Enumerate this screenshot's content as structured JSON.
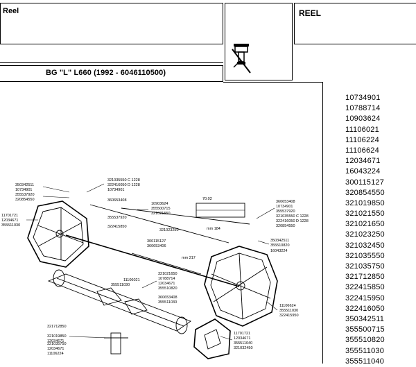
{
  "header": {
    "left_title": "Reel",
    "right_title": "REEL",
    "model": "BG \"L\" L660  (1992 - 6046110500)"
  },
  "icon": "reel-tine-icon",
  "part_numbers": [
    "10734901",
    "10788714",
    "10903624",
    "11106021",
    "11106224",
    "11106624",
    "12034671",
    "16043224",
    "300115127",
    "320854550",
    "321019850",
    "321021550",
    "321021650",
    "321023250",
    "321032450",
    "321035550",
    "321035750",
    "321712850",
    "322415850",
    "322415950",
    "322416050",
    "350342511",
    "355500715",
    "355510820",
    "355511030",
    "355511040"
  ],
  "diagram_labels": {
    "tl_group": [
      "350342511",
      "10734901",
      "355537920",
      "320854550"
    ],
    "l_group": [
      "11701721",
      "12034671",
      "355511030"
    ],
    "top_a": [
      "321035550  C 1228",
      "322416050  D 1228",
      "10734901"
    ],
    "top_b": [
      "360653408"
    ],
    "mid_a": [
      "10903624",
      "355500715",
      "321021550"
    ],
    "mid_b": [
      "355537920",
      "322415850"
    ],
    "mid_c": [
      "321023250"
    ],
    "mid_d": [
      "300115127",
      "360653406"
    ],
    "ruler_a": "70.02",
    "ruler_b": "mm 184",
    "ruler_c": "mm 217",
    "right_group": [
      "360653408",
      "10734901",
      "355537920",
      "321035550  C 1228",
      "322416050  D 1228",
      "320854550"
    ],
    "right_b": [
      "350342511",
      "355510820",
      "16043224"
    ],
    "center_group": [
      "321021650",
      "10788714",
      "12034671",
      "355510820"
    ],
    "center_left": [
      "11106021",
      "355511030"
    ],
    "center_c": [
      "360653408",
      "355511030"
    ],
    "bottom_right": [
      "11106624",
      "355511030",
      "322415950"
    ],
    "bottom_center": [
      "11701721",
      "12034671",
      "355511040",
      "321032450"
    ],
    "bottom_left_a": [
      "321712850"
    ],
    "bottom_left_b": [
      "321019850",
      "12034671"
    ],
    "bottom_left_c": [
      "321035750",
      "12034671",
      "11106224"
    ]
  }
}
